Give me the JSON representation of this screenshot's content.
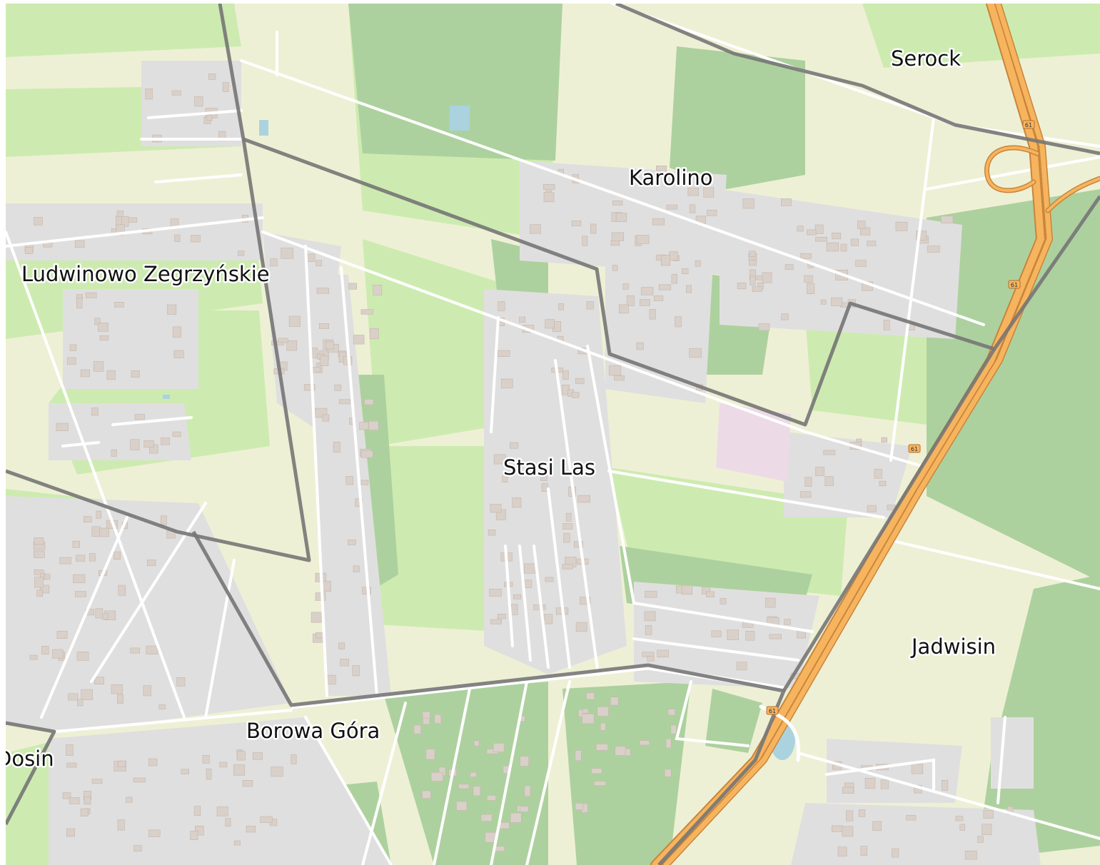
{
  "map": {
    "places": {
      "serock": "Serock",
      "karolino": "Karolino",
      "ludwinowo": "Ludwinowo Zegrzyńskie",
      "stasi_las": "Stasi Las",
      "jadwisin": "Jadwisin",
      "borowa_gora": "Borowa Góra",
      "dosin": "Dosin"
    },
    "road_refs": {
      "expressway": "61"
    },
    "colors": {
      "farmland": "#eef0d5",
      "meadow": "#cdebb0",
      "forest": "#add19e",
      "residential": "#e0dfdf",
      "building": "#d9d0c9",
      "road": "#ffffff",
      "motorway": "#f7b45e",
      "boundary": "#757575",
      "water": "#aad3df",
      "allotments": "#ecdbe7"
    }
  }
}
